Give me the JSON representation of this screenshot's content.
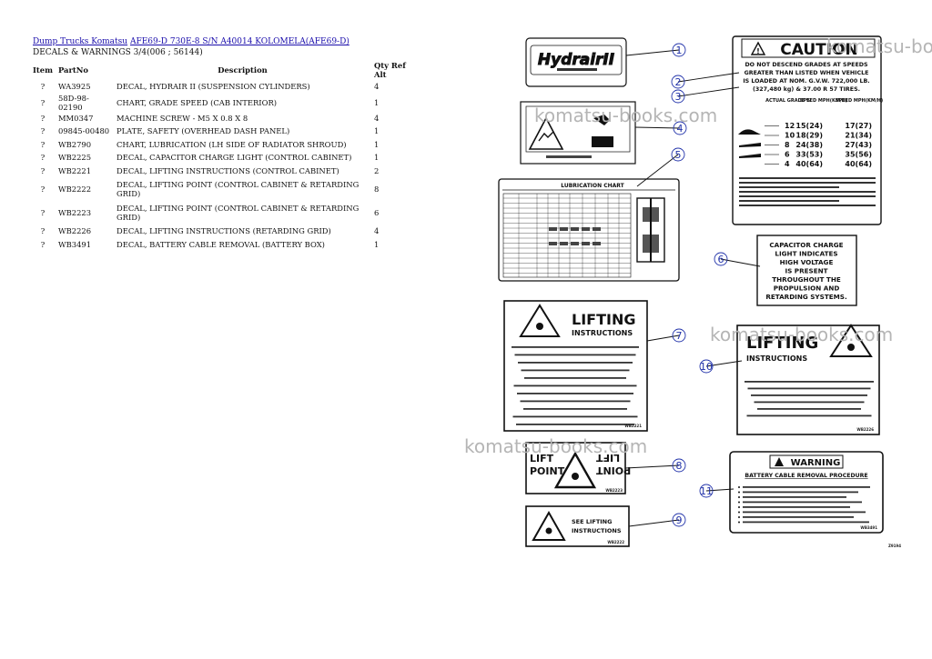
{
  "breadcrumb": {
    "link1": "Dump Trucks Komatsu",
    "link2": "AFE69-D 730E-8 S/N A40014 KOLOMELA(AFE69-D)"
  },
  "section_title": "DECALS & WARNINGS 3/4(006 ; 56144)",
  "table": {
    "headers": [
      "Item",
      "PartNo",
      "Description",
      "Qty Ref Alt"
    ],
    "rows": [
      {
        "item": "?",
        "part": "WA3925",
        "desc": "DECAL, HYDRAIR II (SUSPENSION CYLINDERS)",
        "qty": "4"
      },
      {
        "item": "?",
        "part": "58D-98-02190",
        "desc": "CHART, GRADE SPEED (CAB INTERIOR)",
        "qty": "1"
      },
      {
        "item": "?",
        "part": "MM0347",
        "desc": "MACHINE SCREW - M5 X 0.8 X 8",
        "qty": "4"
      },
      {
        "item": "?",
        "part": "09845-00480",
        "desc": "PLATE, SAFETY (OVERHEAD DASH PANEL)",
        "qty": "1"
      },
      {
        "item": "?",
        "part": "WB2790",
        "desc": "CHART, LUBRICATION (LH SIDE OF RADIATOR SHROUD)",
        "qty": "1"
      },
      {
        "item": "?",
        "part": "WB2225",
        "desc": "DECAL, CAPACITOR CHARGE LIGHT (CONTROL CABINET)",
        "qty": "1"
      },
      {
        "item": "?",
        "part": "WB2221",
        "desc": "DECAL, LIFTING INSTRUCTIONS (CONTROL CABINET)",
        "qty": "2"
      },
      {
        "item": "?",
        "part": "WB2222",
        "desc": "DECAL, LIFTING POINT (CONTROL CABINET & RETARDING GRID)",
        "qty": "8"
      },
      {
        "item": "?",
        "part": "WB2223",
        "desc": "DECAL, LIFTING POINT (CONTROL CABINET & RETARDING GRID)",
        "qty": "6"
      },
      {
        "item": "?",
        "part": "WB2226",
        "desc": "DECAL, LIFTING INSTRUCTIONS (RETARDING GRID)",
        "qty": "4"
      },
      {
        "item": "?",
        "part": "WB3491",
        "desc": "DECAL, BATTERY CABLE REMOVAL (BATTERY BOX)",
        "qty": "1"
      }
    ]
  },
  "figure": {
    "watermark": "komatsu-books.com",
    "callouts": [
      "1",
      "2",
      "3",
      "4",
      "5",
      "6",
      "7",
      "8",
      "9",
      "10",
      "11"
    ],
    "hydrair_logo": "HydrairII",
    "caution": {
      "title": "CAUTION",
      "lines": [
        "DO NOT DESCEND GRADES AT SPEEDS",
        "GREATER THAN LISTED WHEN VEHICLE",
        "IS LOADED AT NOM. G.V.W. 722,000 LB.",
        "(327,480 kg) & 37.00 R 57 TIRES."
      ],
      "col_headers": [
        "ACTUAL GRADE %",
        "SPEED MPH(KM/H)",
        "SPEED MPH(KM/H)"
      ],
      "rows": [
        [
          "12",
          "15(24)",
          "17(27)"
        ],
        [
          "10",
          "18(29)",
          "21(34)"
        ],
        [
          "8",
          "24(38)",
          "27(43)"
        ],
        [
          "6",
          "33(53)",
          "35(56)"
        ],
        [
          "4",
          "40(64)",
          "40(64)"
        ]
      ]
    },
    "lubrication_title": "LUBRICATION CHART",
    "capacitor_text": [
      "CAPACITOR CHARGE",
      "LIGHT INDICATES",
      "HIGH VOLTAGE",
      "IS PRESENT",
      "THROUGHOUT THE",
      "PROPULSION AND",
      "RETARDING SYSTEMS."
    ],
    "lifting_title": "LIFTING",
    "instructions": "INSTRUCTIONS",
    "lift_point": [
      "LIFT",
      "POINT"
    ],
    "see_lifting": [
      "SEE LIFTING",
      "INSTRUCTIONS"
    ],
    "warning_title": "WARNING",
    "battery_title": "BATTERY CABLE REMOVAL PROCEDURE",
    "decal_codes": [
      "WB2221",
      "WB2226",
      "WB2223",
      "WB3491",
      "WB2222"
    ]
  }
}
